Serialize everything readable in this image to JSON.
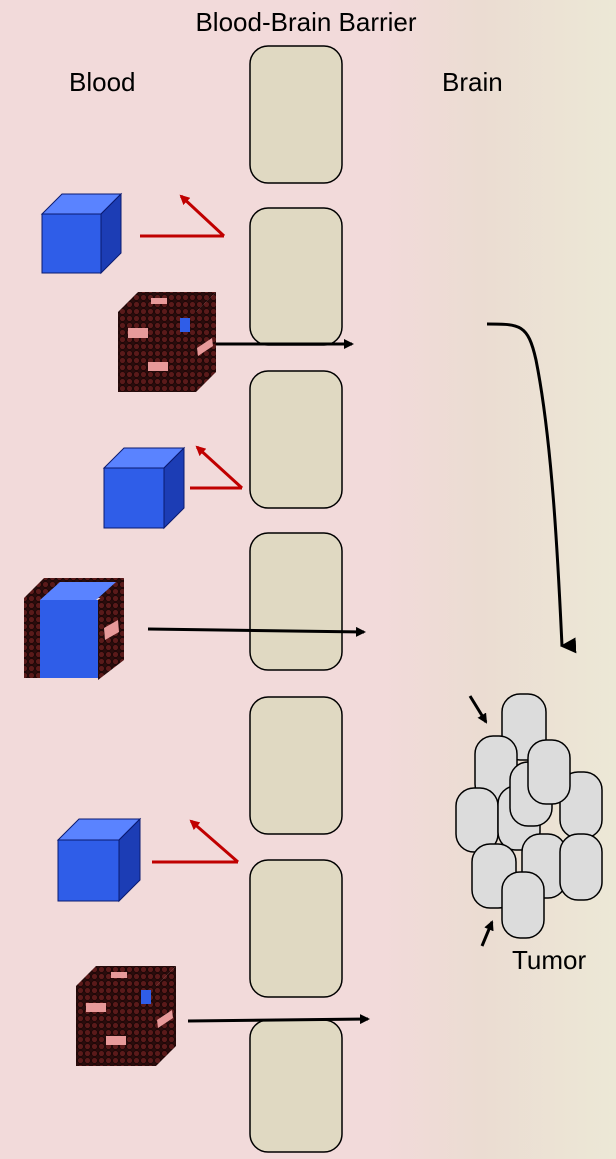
{
  "diagram": {
    "title": "Blood-Brain Barrier",
    "left_label": "Blood",
    "right_label": "Brain",
    "tumor_label": "Tumor"
  },
  "colors": {
    "cube_front": "#2f5de8",
    "cube_top": "#5a83ff",
    "cube_side": "#1c3db5",
    "coated_cube": "#3a1212",
    "coating_dot": "#5a1a1a",
    "coating_patch": "#e79a9a",
    "barrier_cell": "#e0d9c2",
    "deflect_arrow": "#c00000",
    "pass_arrow": "#000000",
    "tumor_cell": "#dcdcdc"
  }
}
